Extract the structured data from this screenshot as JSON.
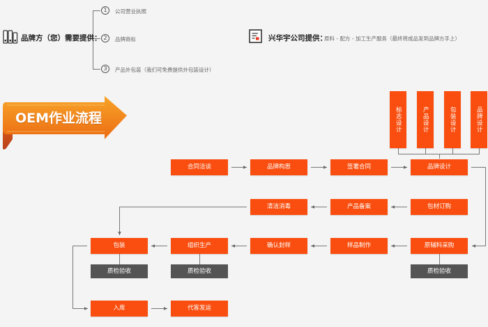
{
  "brand_side": {
    "icon": "books-icon",
    "label": "品牌方（您）需要提供：",
    "items": [
      {
        "num": "1",
        "text": "公司营业执照"
      },
      {
        "num": "2",
        "text": "品牌商标"
      },
      {
        "num": "3",
        "text": "产品外包装（我们可免费提供外包装设计）"
      }
    ]
  },
  "provider_side": {
    "icon": "document-icon",
    "label": "兴华宇公司提供：",
    "description": "原料 - 配方 - 加工生产服务（最终将成品发到品牌方手上）"
  },
  "banner": {
    "title": "OEM作业流程",
    "color_start": "#f6a326",
    "color_end": "#ec6a12"
  },
  "design_options": [
    {
      "label": "标志设计"
    },
    {
      "label": "产品设计"
    },
    {
      "label": "包装设计"
    },
    {
      "label": "品牌设计"
    }
  ],
  "flow": {
    "row1": [
      {
        "label": "合同洽谈"
      },
      {
        "label": "品牌构思"
      },
      {
        "label": "签署合同"
      },
      {
        "label": "品牌设计"
      }
    ],
    "row2": [
      {
        "label": "清洁消毒"
      },
      {
        "label": "产品备案"
      },
      {
        "label": "包材订购"
      }
    ],
    "row3": [
      {
        "label": "包装"
      },
      {
        "label": "组织生产"
      },
      {
        "label": "确认封样"
      },
      {
        "label": "样品制作"
      },
      {
        "label": "原辅料采购"
      }
    ],
    "quality_checks": [
      {
        "label": "质检验收"
      },
      {
        "label": "质检验收"
      },
      {
        "label": "质检验收"
      }
    ],
    "row4": [
      {
        "label": "入库"
      },
      {
        "label": "代客发运"
      }
    ]
  },
  "colors": {
    "process_box": "#f94e0f",
    "quality_box": "#545454",
    "connector": "#777777",
    "background": "#f4f4f4"
  }
}
